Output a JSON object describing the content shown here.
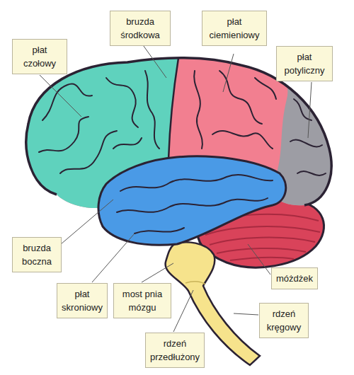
{
  "diagram": {
    "nodes": [
      {
        "text": [
          "bruzda środkowa"
        ]
      },
      {
        "text": [
          "płat ciemieniowy"
        ]
      },
      {
        "text": [
          "płat czołowy"
        ]
      },
      {
        "text": [
          "płat potyliczny"
        ]
      },
      {
        "text": [
          "bruzda boczna"
        ]
      },
      {
        "text": [
          "płat skroniowy"
        ]
      },
      {
        "text": [
          "most pnia mózgu"
        ]
      },
      {
        "text": [
          "móżdżek"
        ]
      },
      {
        "text": [
          "rdzeń kręgowy"
        ]
      },
      {
        "text": [
          "rdzeń przedłużony"
        ]
      }
    ]
  }
}
